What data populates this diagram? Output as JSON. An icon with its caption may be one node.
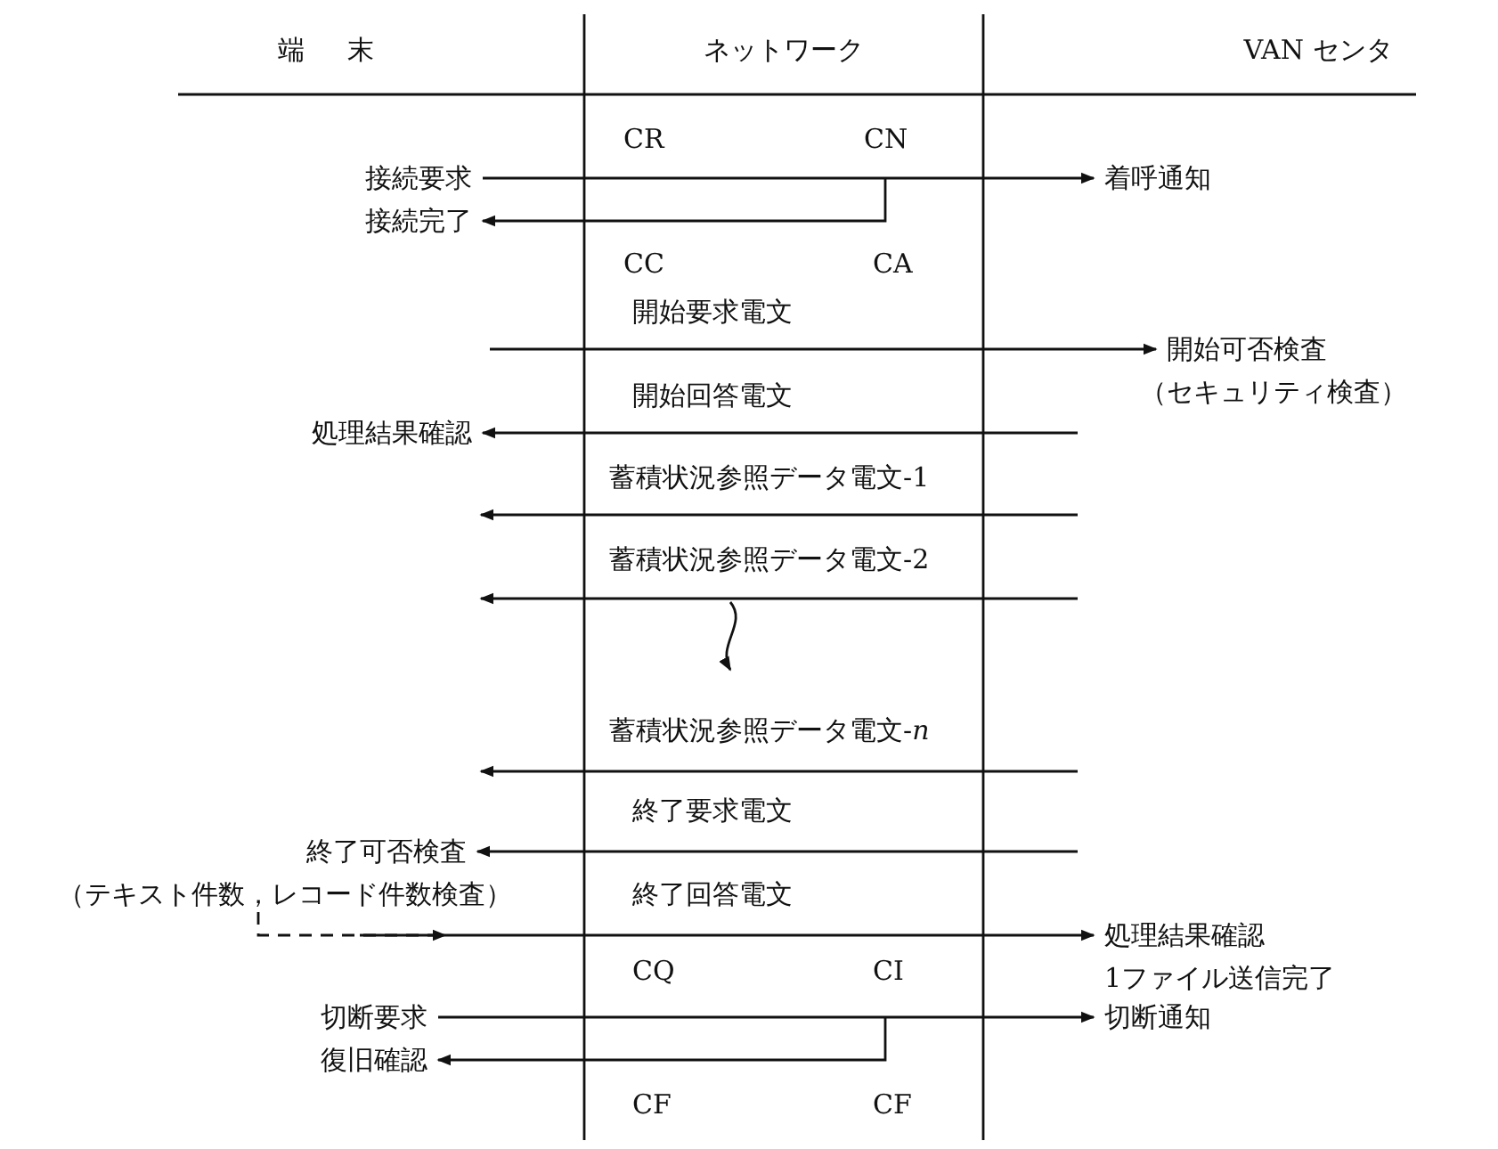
{
  "diagram": {
    "nodes": [
      {
        "text": [
          "接続要求"
        ]
      },
      {
        "text": [
          "接続完了"
        ]
      },
      {
        "text": [
          "着呼通知"
        ]
      },
      {
        "text": [
          "開始可否検査"
        ],
        "beside": [
          "（セキュリティ検査）"
        ]
      },
      {
        "text": [
          "処理結果確認"
        ]
      },
      {
        "text": [
          "終了可否検査"
        ],
        "beside": [
          "（テキスト件数，レコード件数検査）"
        ]
      },
      {
        "text": [
          "処理結果確認"
        ],
        "beside": [
          "1ファイル送信完了"
        ]
      },
      {
        "text": [
          "切断通知"
        ]
      },
      {
        "text": [
          "切断要求"
        ]
      },
      {
        "text": [
          "復旧確認"
        ]
      }
    ],
    "edges": [
      {
        "from": 0,
        "to": 2,
        "arrow": "to"
      },
      {
        "from": null,
        "to": 1,
        "arrow": "to"
      },
      {
        "from": null,
        "to": 3,
        "arrow": "to",
        "label": "開始要求電文"
      },
      {
        "from": null,
        "to": 4,
        "arrow": "to",
        "label": "開始回答電文"
      },
      {
        "from": null,
        "to": 5,
        "arrow": "to",
        "label": "終了要求電文"
      },
      {
        "from": 5,
        "to": 6,
        "arrow": "to",
        "label": "終了回答電文"
      },
      {
        "from": 8,
        "to": 7,
        "arrow": "to"
      },
      {
        "from": null,
        "to": 9,
        "arrow": "to"
      }
    ],
    "labels": [
      "端末",
      "ネットワーク",
      "VAN センタ",
      "CR",
      "CN",
      "CC",
      "CA",
      "蓄積状況参照データ電文-1",
      "蓄積状況参照データ電文-2",
      "蓄積状況参照データ電文-*n*",
      "CQ",
      "CI",
      "CF",
      "CF"
    ]
  }
}
